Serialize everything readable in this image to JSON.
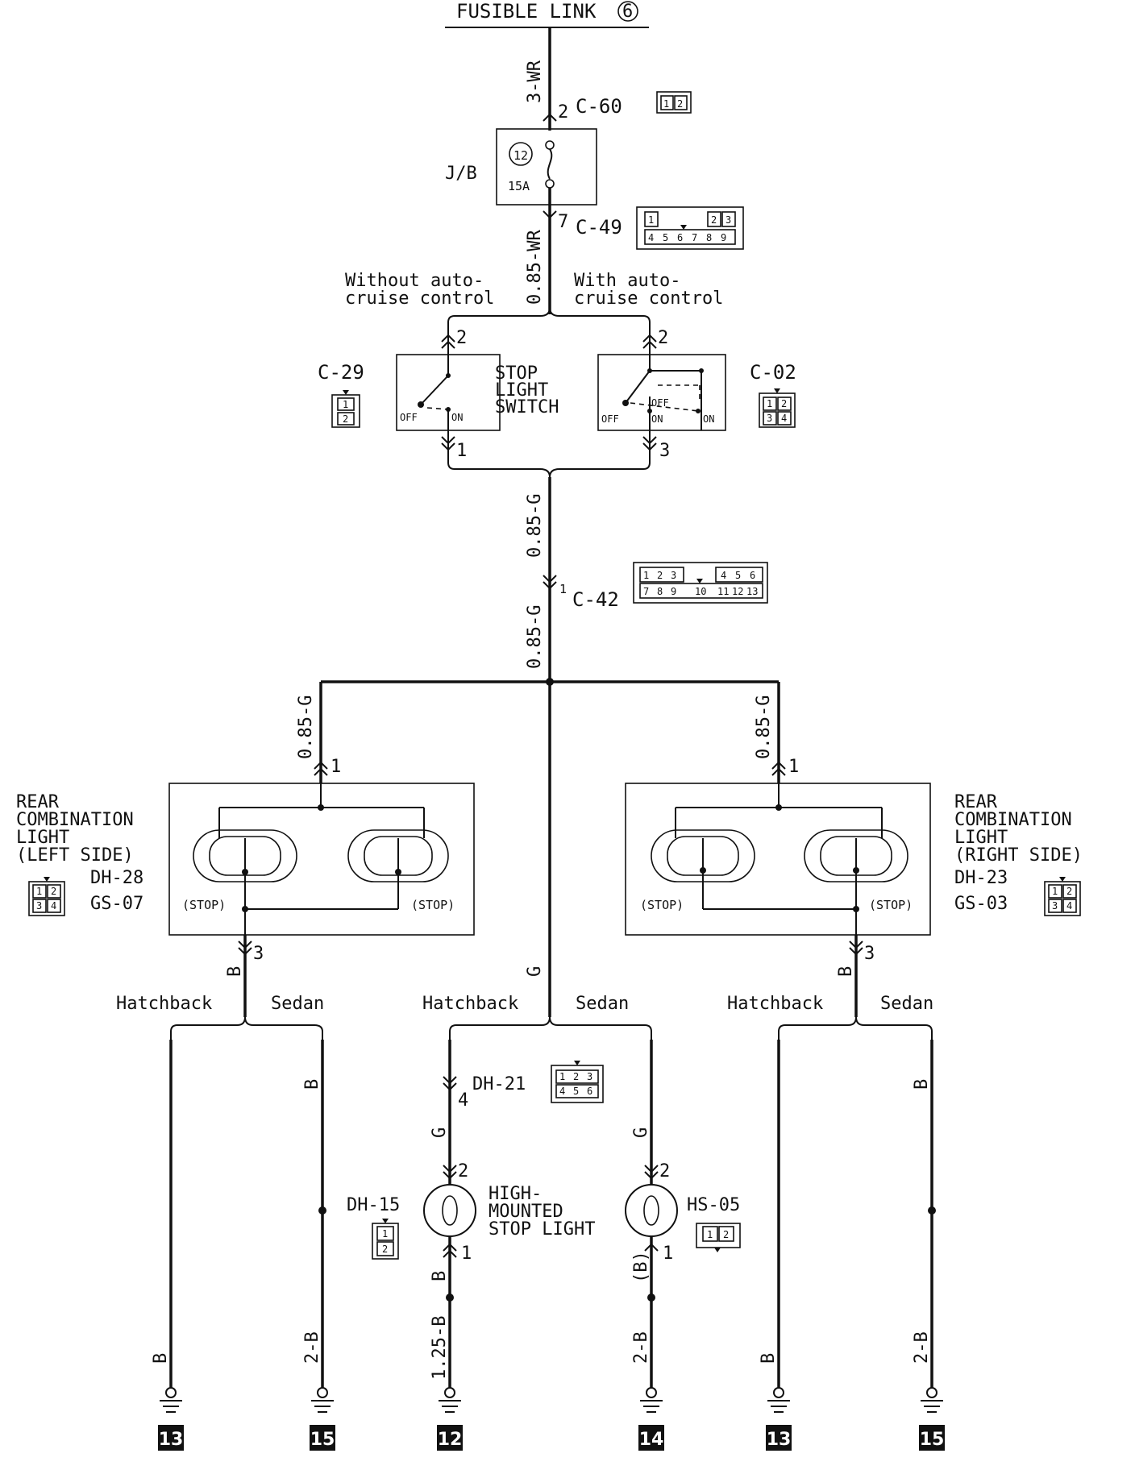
{
  "title": "FUSIBLE LINK",
  "title_num": "6",
  "wires": {
    "top": "3-WR",
    "jb_out": "0.85-WR",
    "switch_out": "0.85-G",
    "c42_out": "0.85-G",
    "left_branch": "0.85-G",
    "right_branch": "0.85-G",
    "center_down": "G",
    "left_gnd": "B",
    "right_gnd": "B",
    "hb_left": "B",
    "sed_left_up": "B",
    "sed_left_dn": "2-B",
    "dh21_out": "G",
    "sed_c_up": "G",
    "hm_out": "B",
    "hm_gnd": "1.25-B",
    "hs_out": "(B)",
    "hs_gnd": "2-B",
    "hb_right": "B",
    "sed_right_up": "B",
    "sed_right_dn": "2-B"
  },
  "connectors": {
    "c60": "C-60",
    "c60_pin": "2",
    "c49": "C-49",
    "c49_pin": "7",
    "c29": "C-29",
    "c02": "C-02",
    "c42": "C-42",
    "c42_pin": "1",
    "dh21": "DH-21",
    "dh21_pin": "4",
    "dh15": "DH-15",
    "hs05": "HS-05"
  },
  "jb": {
    "label": "J/B",
    "fuse_num": "12",
    "fuse_rating": "15A"
  },
  "options": {
    "without": [
      "Without auto-",
      "cruise control"
    ],
    "with": [
      "With auto-",
      "cruise control"
    ]
  },
  "stop_switch": {
    "label": [
      "STOP",
      "LIGHT",
      "SWITCH"
    ],
    "off": "OFF",
    "on": "ON",
    "left_pin_top": "2",
    "left_pin_bottom": "1",
    "right_pin_top": "2",
    "right_pin_bottom": "3"
  },
  "rear_left": {
    "label": [
      "REAR",
      "COMBINATION",
      "LIGHT",
      "(LEFT SIDE)"
    ],
    "conn1": "DH-28",
    "conn2": "GS-07",
    "pin_in": "1",
    "pin_out": "3",
    "stop": "(STOP)"
  },
  "rear_right": {
    "label": [
      "REAR",
      "COMBINATION",
      "LIGHT",
      "(RIGHT SIDE)"
    ],
    "conn1": "DH-23",
    "conn2": "GS-03",
    "pin_in": "1",
    "pin_out": "3",
    "stop": "(STOP)"
  },
  "branches": {
    "hatchback": "Hatchback",
    "sedan": "Sedan"
  },
  "high_mount": {
    "label": [
      "HIGH-",
      "MOUNTED",
      "STOP LIGHT"
    ],
    "pin_top": "2",
    "pin_bottom": "1"
  },
  "hs_pins": {
    "top": "2",
    "bottom": "1"
  },
  "grounds": [
    "13",
    "15",
    "12",
    "14",
    "13",
    "15"
  ],
  "conn_pins": {
    "c60": [
      "1",
      "2"
    ],
    "c49_top": [
      "1",
      "2",
      "3"
    ],
    "c49_bot": [
      "4",
      "5",
      "6",
      "7",
      "8",
      "9"
    ],
    "c29": [
      "1",
      "2"
    ],
    "c02": [
      "1",
      "2",
      "3",
      "4"
    ],
    "c42_top": [
      "1",
      "2",
      "3",
      "4",
      "5",
      "6"
    ],
    "c42_bot": [
      "7",
      "8",
      "9",
      "10",
      "11",
      "12",
      "13"
    ],
    "dh21": [
      "1",
      "2",
      "3",
      "4",
      "5",
      "6"
    ],
    "rear": [
      "1",
      "2",
      "3",
      "4"
    ],
    "dh15": [
      "1",
      "2"
    ],
    "hs05": [
      "1",
      "2"
    ]
  }
}
